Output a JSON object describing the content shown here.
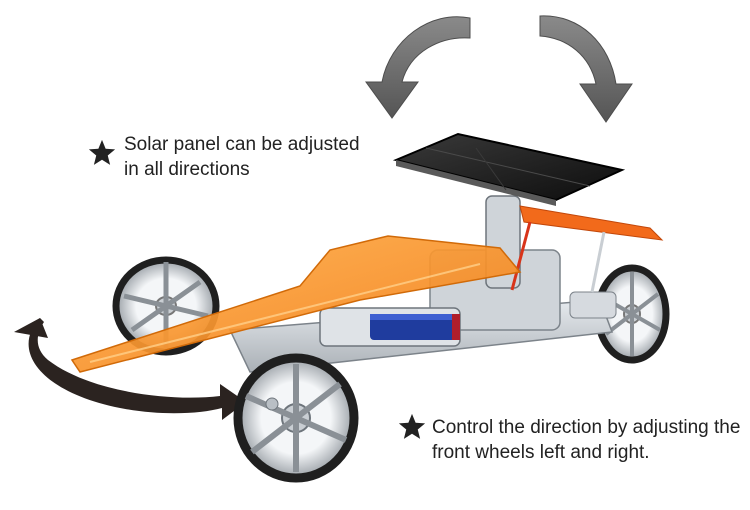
{
  "captions": {
    "solar_panel": {
      "line1": "Solar panel can be adjusted",
      "line2": "in all directions"
    },
    "steering": {
      "line1": "Control the direction by adjusting the",
      "line2": "front wheels left and right."
    }
  },
  "icons": {
    "bullet": "star-icon",
    "rotation": "curved-arrow-icon"
  },
  "colors": {
    "arrow_gray": "#6b6b6b",
    "arrow_dark": "#2b2320",
    "body_orange": "#f7931e",
    "panel_black": "#1a1a1a",
    "text": "#222222"
  }
}
